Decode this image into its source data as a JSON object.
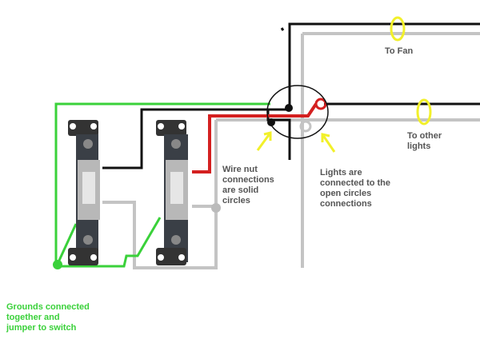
{
  "labels": {
    "to_fan": "To Fan",
    "to_other_lights": "To other\nlights",
    "wire_nut": "Wire nut\nconnections\nare solid\ncircles",
    "lights_open": "Lights are\nconnected to the\nopen circles\nconnections",
    "grounds": "Grounds connected\ntogether and\njumper to switch"
  },
  "colors": {
    "hot": "#111111",
    "neutral": "#c4c4c4",
    "ground": "#3ad13a",
    "switched": "#d42020",
    "highlight": "#f2f02a"
  }
}
